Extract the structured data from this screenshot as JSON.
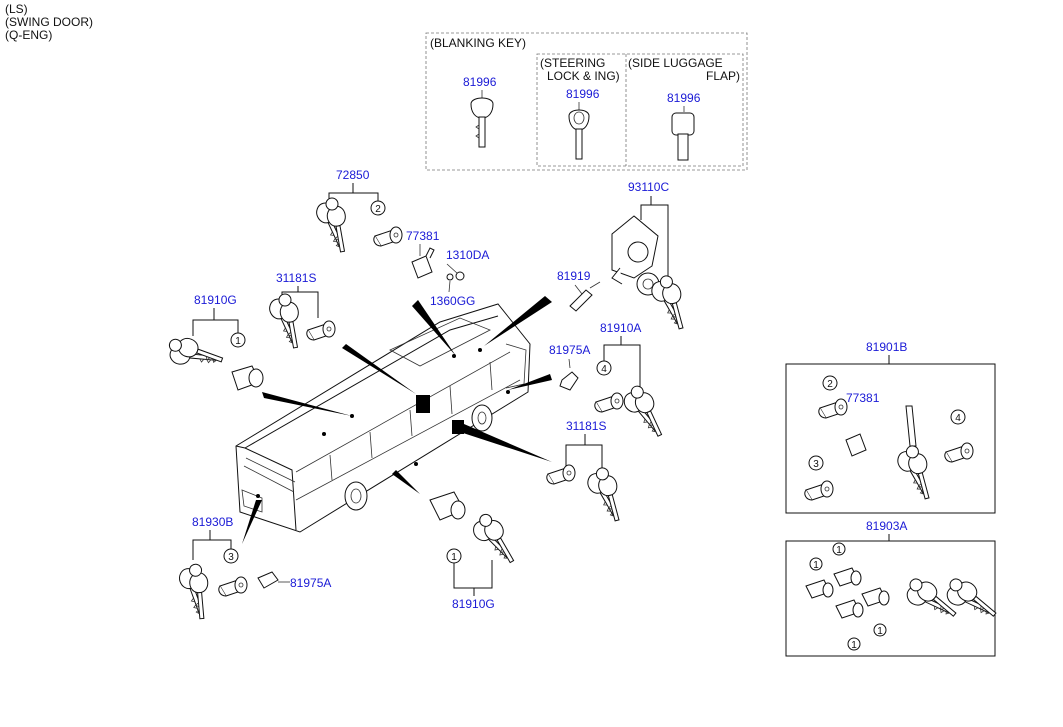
{
  "header": {
    "lines": [
      "(LS)",
      "(SWING DOOR)",
      "(Q-ENG)"
    ]
  },
  "blanking_key": {
    "title": "(BLANKING KEY)",
    "steering_caption_1": "(STEERING",
    "steering_caption_2": "LOCK & ING)",
    "luggage_caption_1": "(SIDE LUGGAGE",
    "luggage_caption_2": "FLAP)",
    "key_part": "81996"
  },
  "part_numbers": {
    "p72850": "72850",
    "p77381": "77381",
    "p1310DA": "1310DA",
    "p1360GG": "1360GG",
    "p31181S": "31181S",
    "p81910G": "81910G",
    "p93110C": "93110C",
    "p81919": "81919",
    "p81975A": "81975A",
    "p81910A": "81910A",
    "p81930B": "81930B",
    "p81901B": "81901B",
    "p81903A": "81903A"
  },
  "callouts": {
    "c1": "1",
    "c2": "2",
    "c3": "3",
    "c4": "4"
  }
}
